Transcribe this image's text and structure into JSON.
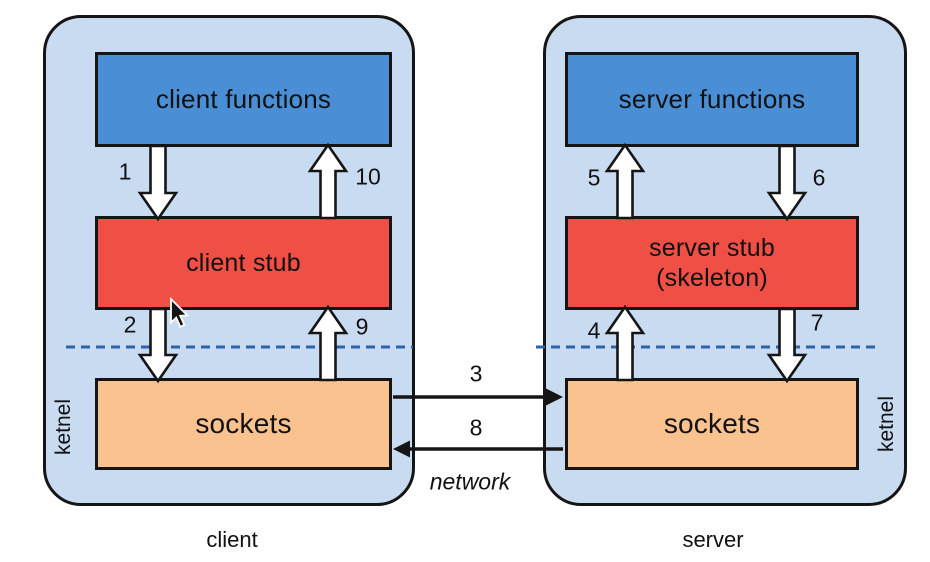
{
  "diagram": {
    "client": {
      "container_label": "client",
      "kernel_label": "ketnel",
      "functions_box": "client functions",
      "stub_box": "client stub",
      "sockets_box": "sockets"
    },
    "server": {
      "container_label": "server",
      "kernel_label": "ketnel",
      "functions_box": "server functions",
      "stub_box_line1": "server stub",
      "stub_box_line2": "(skeleton)",
      "sockets_box": "sockets"
    },
    "network": {
      "label": "network"
    },
    "arrow_labels": {
      "n1": "1",
      "n2": "2",
      "n3": "3",
      "n4": "4",
      "n5": "5",
      "n6": "6",
      "n7": "7",
      "n8": "8",
      "n9": "9",
      "n10": "10"
    },
    "colors": {
      "container_fill": "#c9dbf1",
      "functions_fill": "#4a8fd5",
      "stub_fill": "#ef4f44",
      "sockets_fill": "#fac28e",
      "kernel_boundary_dash": "#2e62ac",
      "outline": "#151515",
      "block_arrow_fill": "#ffffff"
    }
  }
}
